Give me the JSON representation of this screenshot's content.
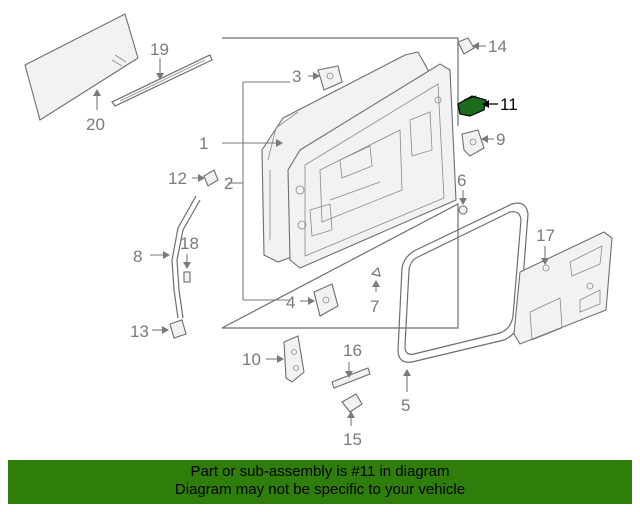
{
  "callouts": {
    "c1": "1",
    "c2": "2",
    "c3": "3",
    "c4": "4",
    "c5": "5",
    "c6": "6",
    "c7": "7",
    "c8": "8",
    "c9": "9",
    "c10": "10",
    "c11": "11",
    "c12": "12",
    "c13": "13",
    "c14": "14",
    "c15": "15",
    "c16": "16",
    "c17": "17",
    "c18": "18",
    "c19": "19",
    "c20": "20"
  },
  "highlighted_part": "11",
  "banner": {
    "line1": "Part or sub-assembly is #11 in diagram",
    "line2": "Diagram may not be specific to your vehicle",
    "color": "#2f7d0b"
  }
}
